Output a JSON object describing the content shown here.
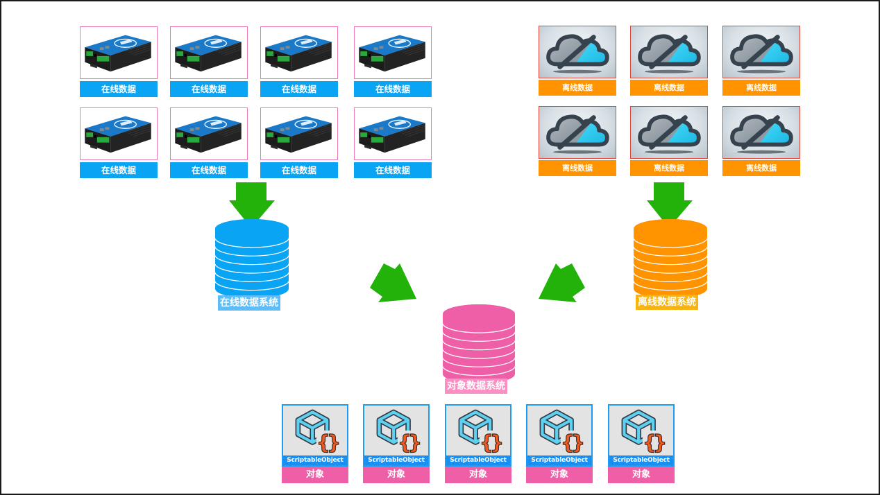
{
  "online_devices": {
    "label": "在线数据",
    "icon": "io-device-icon",
    "color": "#0aa4f4",
    "count": 8
  },
  "offline_sources": {
    "label": "离线数据",
    "icon": "cloud-offline-icon",
    "color": "#ff9300",
    "count": 6
  },
  "systems": {
    "online": {
      "label": "在线数据系统",
      "color": "#0aa4f4"
    },
    "offline": {
      "label": "离线数据系统",
      "color": "#ff9300"
    },
    "object": {
      "label": "对象数据系统",
      "color": "#ef5fa7"
    }
  },
  "objects": {
    "tag": "ScriptableObject",
    "label": "对象",
    "icon": "scriptable-object-icon",
    "count": 5
  },
  "arrow_color": "#22b20a"
}
